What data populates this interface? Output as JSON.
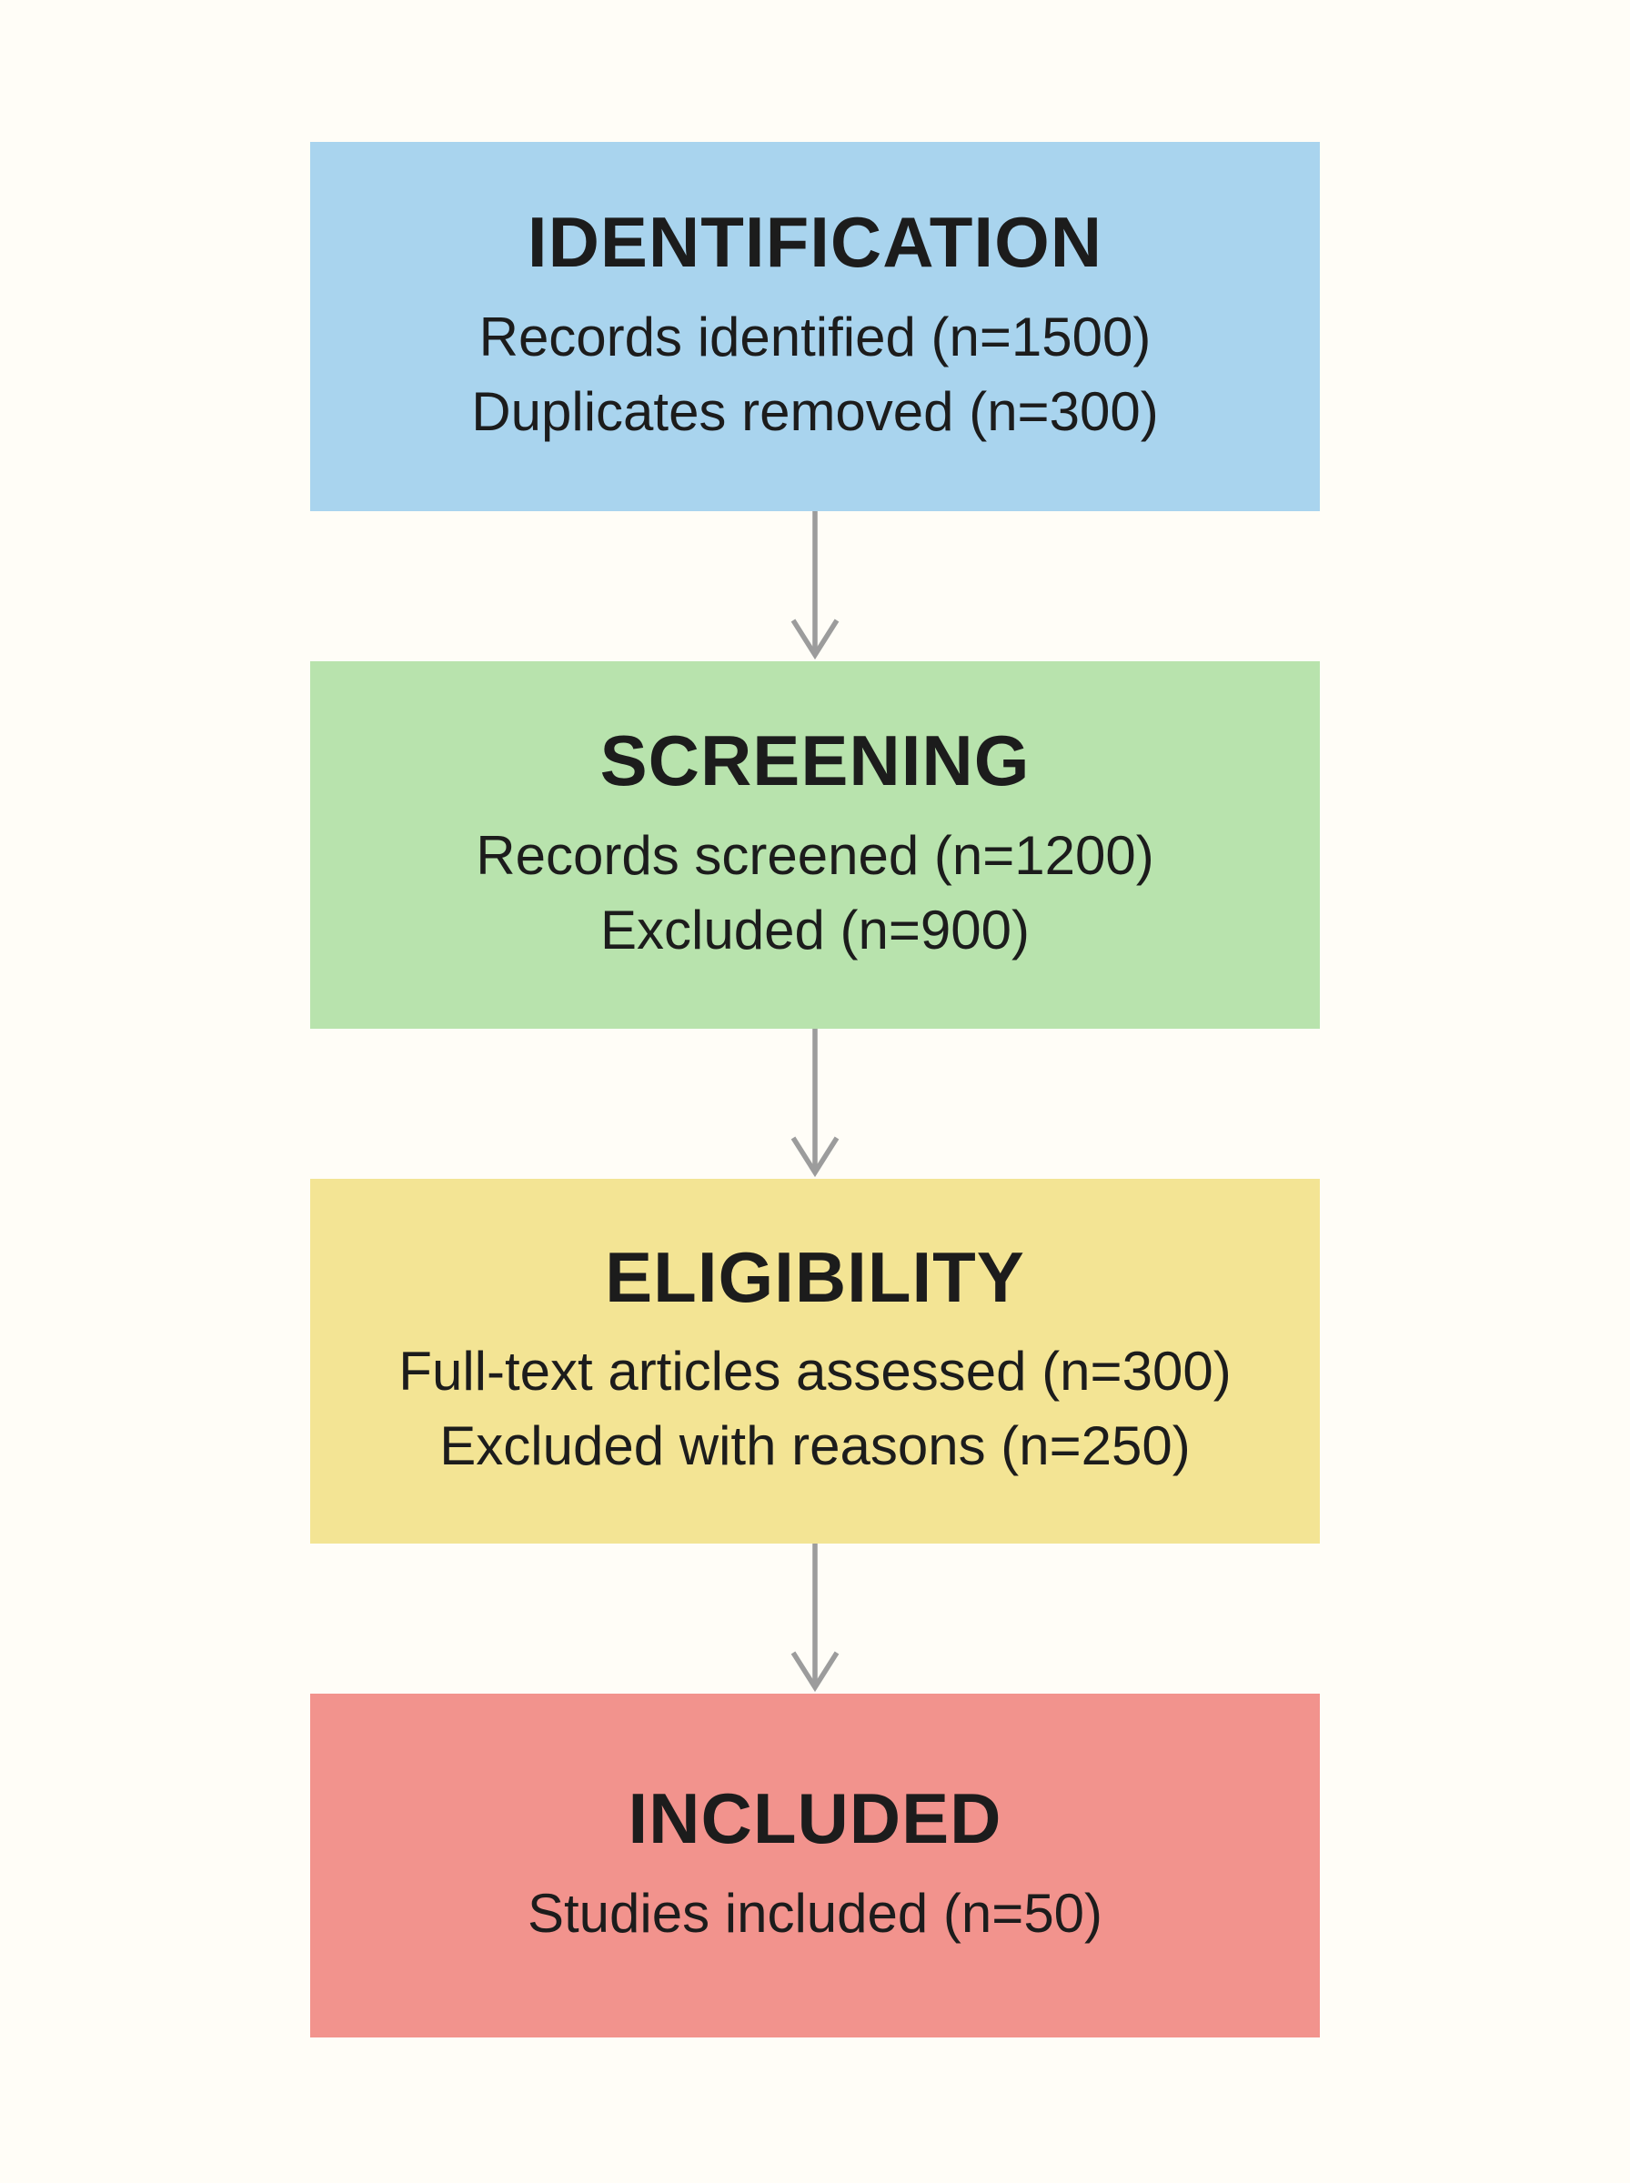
{
  "page": {
    "background": "#fffdf7"
  },
  "flow": {
    "text_color": "#1c1c1c",
    "arrow_color": "#9c9c9c",
    "steps": [
      {
        "id": "identification",
        "title": "IDENTIFICATION",
        "color": "#a9d4ee",
        "lines": [
          "Records identified (n=1500)",
          "Duplicates removed (n=300)"
        ]
      },
      {
        "id": "screening",
        "title": "SCREENING",
        "color": "#b8e3ad",
        "lines": [
          "Records screened (n=1200)",
          "Excluded (n=900)"
        ]
      },
      {
        "id": "eligibility",
        "title": "ELIGIBILITY",
        "color": "#f3e494",
        "lines": [
          "Full-text articles assessed (n=300)",
          "Excluded with reasons (n=250)"
        ]
      },
      {
        "id": "included",
        "title": "INCLUDED",
        "color": "#f2938d",
        "lines": [
          "Studies included (n=50)"
        ]
      }
    ]
  }
}
